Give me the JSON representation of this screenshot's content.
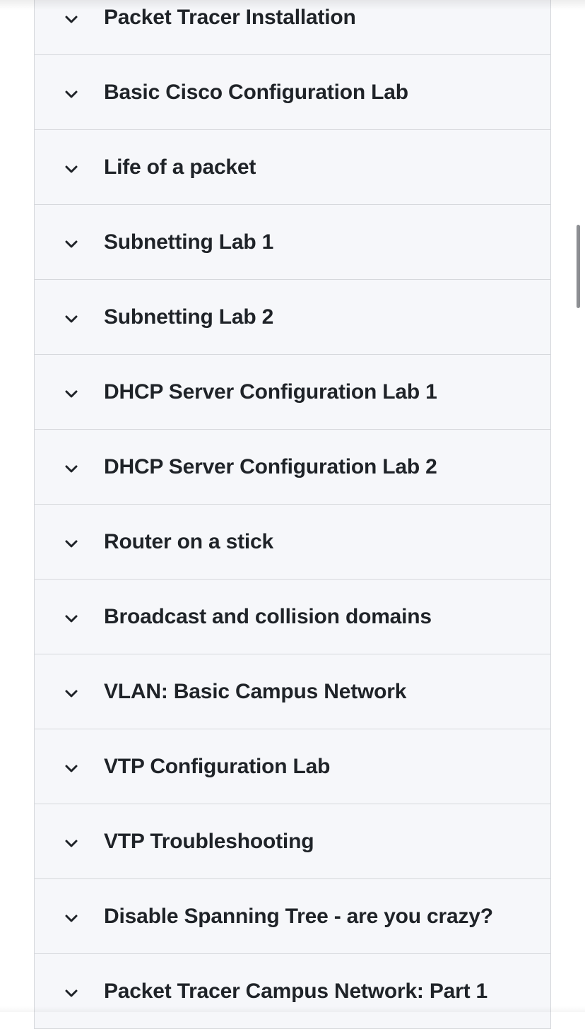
{
  "accordion": {
    "items": [
      {
        "label": "Packet Tracer Installation"
      },
      {
        "label": "Basic Cisco Configuration Lab"
      },
      {
        "label": "Life of a packet"
      },
      {
        "label": "Subnetting Lab 1"
      },
      {
        "label": "Subnetting Lab 2"
      },
      {
        "label": "DHCP Server Configuration Lab 1"
      },
      {
        "label": "DHCP Server Configuration Lab 2"
      },
      {
        "label": "Router on a stick"
      },
      {
        "label": "Broadcast and collision domains"
      },
      {
        "label": "VLAN: Basic Campus Network"
      },
      {
        "label": "VTP Configuration Lab"
      },
      {
        "label": "VTP Troubleshooting"
      },
      {
        "label": "Disable Spanning Tree - are you crazy?"
      },
      {
        "label": "Packet Tracer Campus Network: Part 1"
      }
    ],
    "icon": "chevron-down-icon"
  },
  "colors": {
    "panel_background": "#f6f7fa",
    "border": "#d6d8dc",
    "text": "#1f2328",
    "scrollbar": "#8d8f93"
  }
}
